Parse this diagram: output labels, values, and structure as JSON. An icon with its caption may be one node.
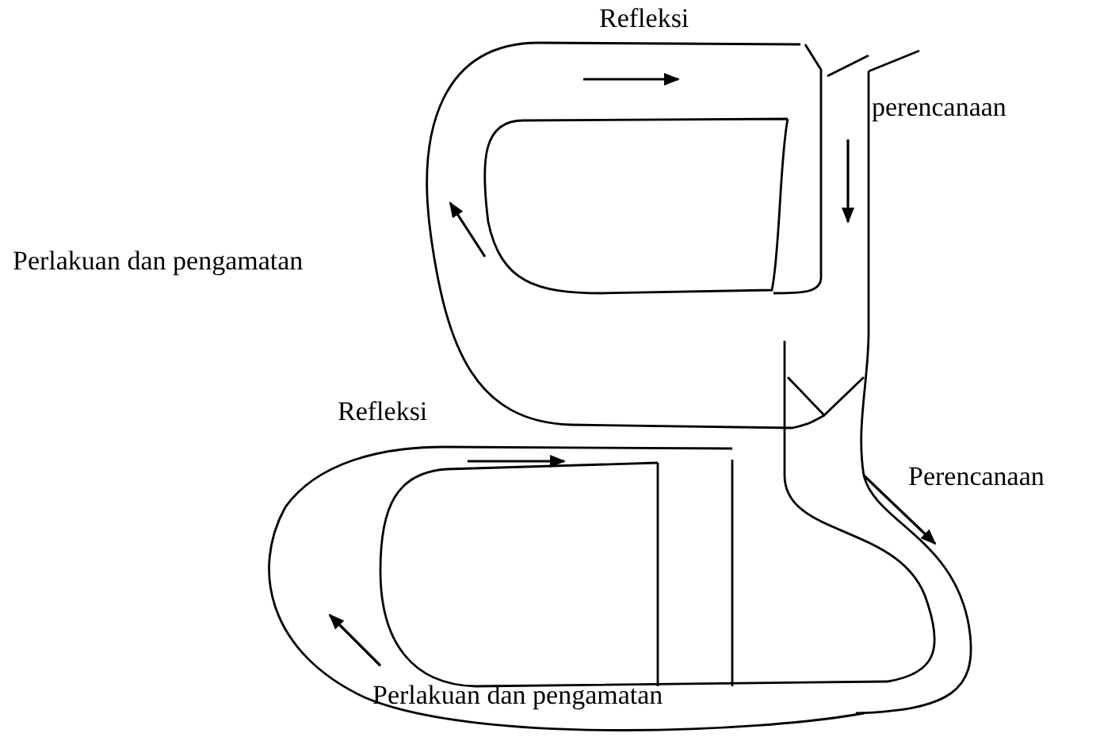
{
  "diagram": {
    "labels": [
      "Refleksi",
      "perencanaan",
      "Perlakuan dan pengamatan",
      "Refleksi",
      "Perencanaan",
      "Perlakuan dan pengamatan"
    ]
  }
}
